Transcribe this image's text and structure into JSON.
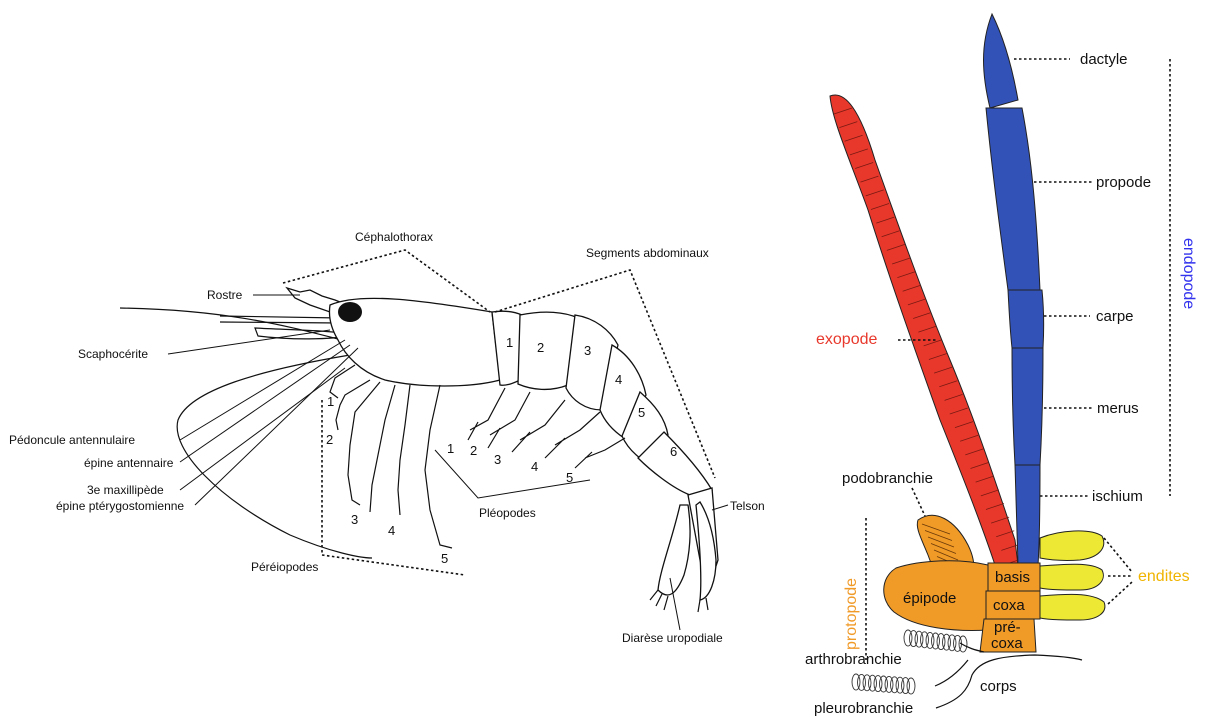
{
  "shrimp": {
    "labels": {
      "cephalothorax": "Céphalothorax",
      "abdominal_segments": "Segments abdominaux",
      "rostrum": "Rostre",
      "scaphocerite": "Scaphocérite",
      "antennular_peduncle": "Pédoncule antennulaire",
      "antennal_spine": "épine antennaire",
      "third_maxilliped": "3e maxillipède",
      "pterygostomian_spine": "épine ptérygostomienne",
      "pereiopods": "Péréiopodes",
      "pleopods": "Pléopodes",
      "telson": "Telson",
      "uropodal_dieresis": "Diarèse uropodiale"
    },
    "abdominal_segment_numbers": [
      "1",
      "2",
      "3",
      "4",
      "5",
      "6"
    ],
    "pereiopod_numbers": [
      "1",
      "2",
      "3",
      "4",
      "5"
    ],
    "pleopod_numbers": [
      "1",
      "2",
      "3",
      "4",
      "5"
    ]
  },
  "appendage": {
    "labels": {
      "dactyl": "dactyle",
      "propodus": "propode",
      "carpus": "carpe",
      "merus": "merus",
      "ischium": "ischium",
      "endopod": "endopode",
      "exopod": "exopode",
      "podobranch": "podobranchie",
      "endites": "endites",
      "protopod": "protopode",
      "basis": "basis",
      "coxa": "coxa",
      "epipod": "épipode",
      "precoxa_line1": "pré-",
      "precoxa_line2": "coxa",
      "arthrobranch": "arthrobranchie",
      "body": "corps",
      "pleurobranch": "pleurobranchie"
    },
    "colors": {
      "endopod": "#3352b8",
      "exopod": "#e8382c",
      "protopod": "#f09a28",
      "endites": "#ece833",
      "endopod_label": "#3333ee",
      "exopod_label": "#e8382c",
      "protopod_label": "#f09a28",
      "endites_label": "#f0b400"
    }
  }
}
